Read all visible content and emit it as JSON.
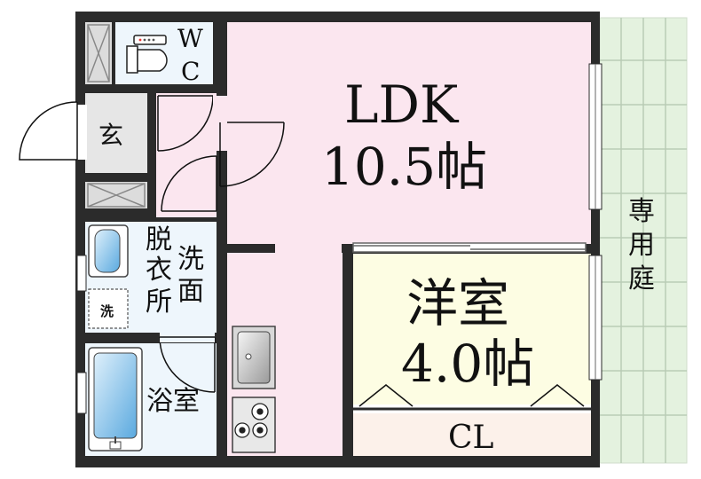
{
  "rooms": {
    "ldk": {
      "name": "LDK",
      "size": "10.5帖"
    },
    "western": {
      "name": "洋室",
      "size": "4.0帖"
    },
    "closet": {
      "name": "CL"
    },
    "wc": {
      "line1": "W",
      "line2": "C"
    },
    "entrance": {
      "name": "玄"
    },
    "dressing": {
      "col1": [
        "脱",
        "衣",
        "所"
      ],
      "col2": [
        "洗",
        "面"
      ]
    },
    "washer": {
      "label": "洗"
    },
    "bath": {
      "name": "浴室"
    },
    "garden": {
      "chars": [
        "専",
        "用",
        "庭"
      ]
    }
  },
  "colors": {
    "wall": "#2b2b2b",
    "ldk_floor": "#fbe6ef",
    "western_floor": "#fdfde3",
    "wet_floor": "#eef6fc",
    "closet_floor": "#fcf1ea",
    "garden": "#e4f2df",
    "fixture_blue": "#5aa9df"
  }
}
